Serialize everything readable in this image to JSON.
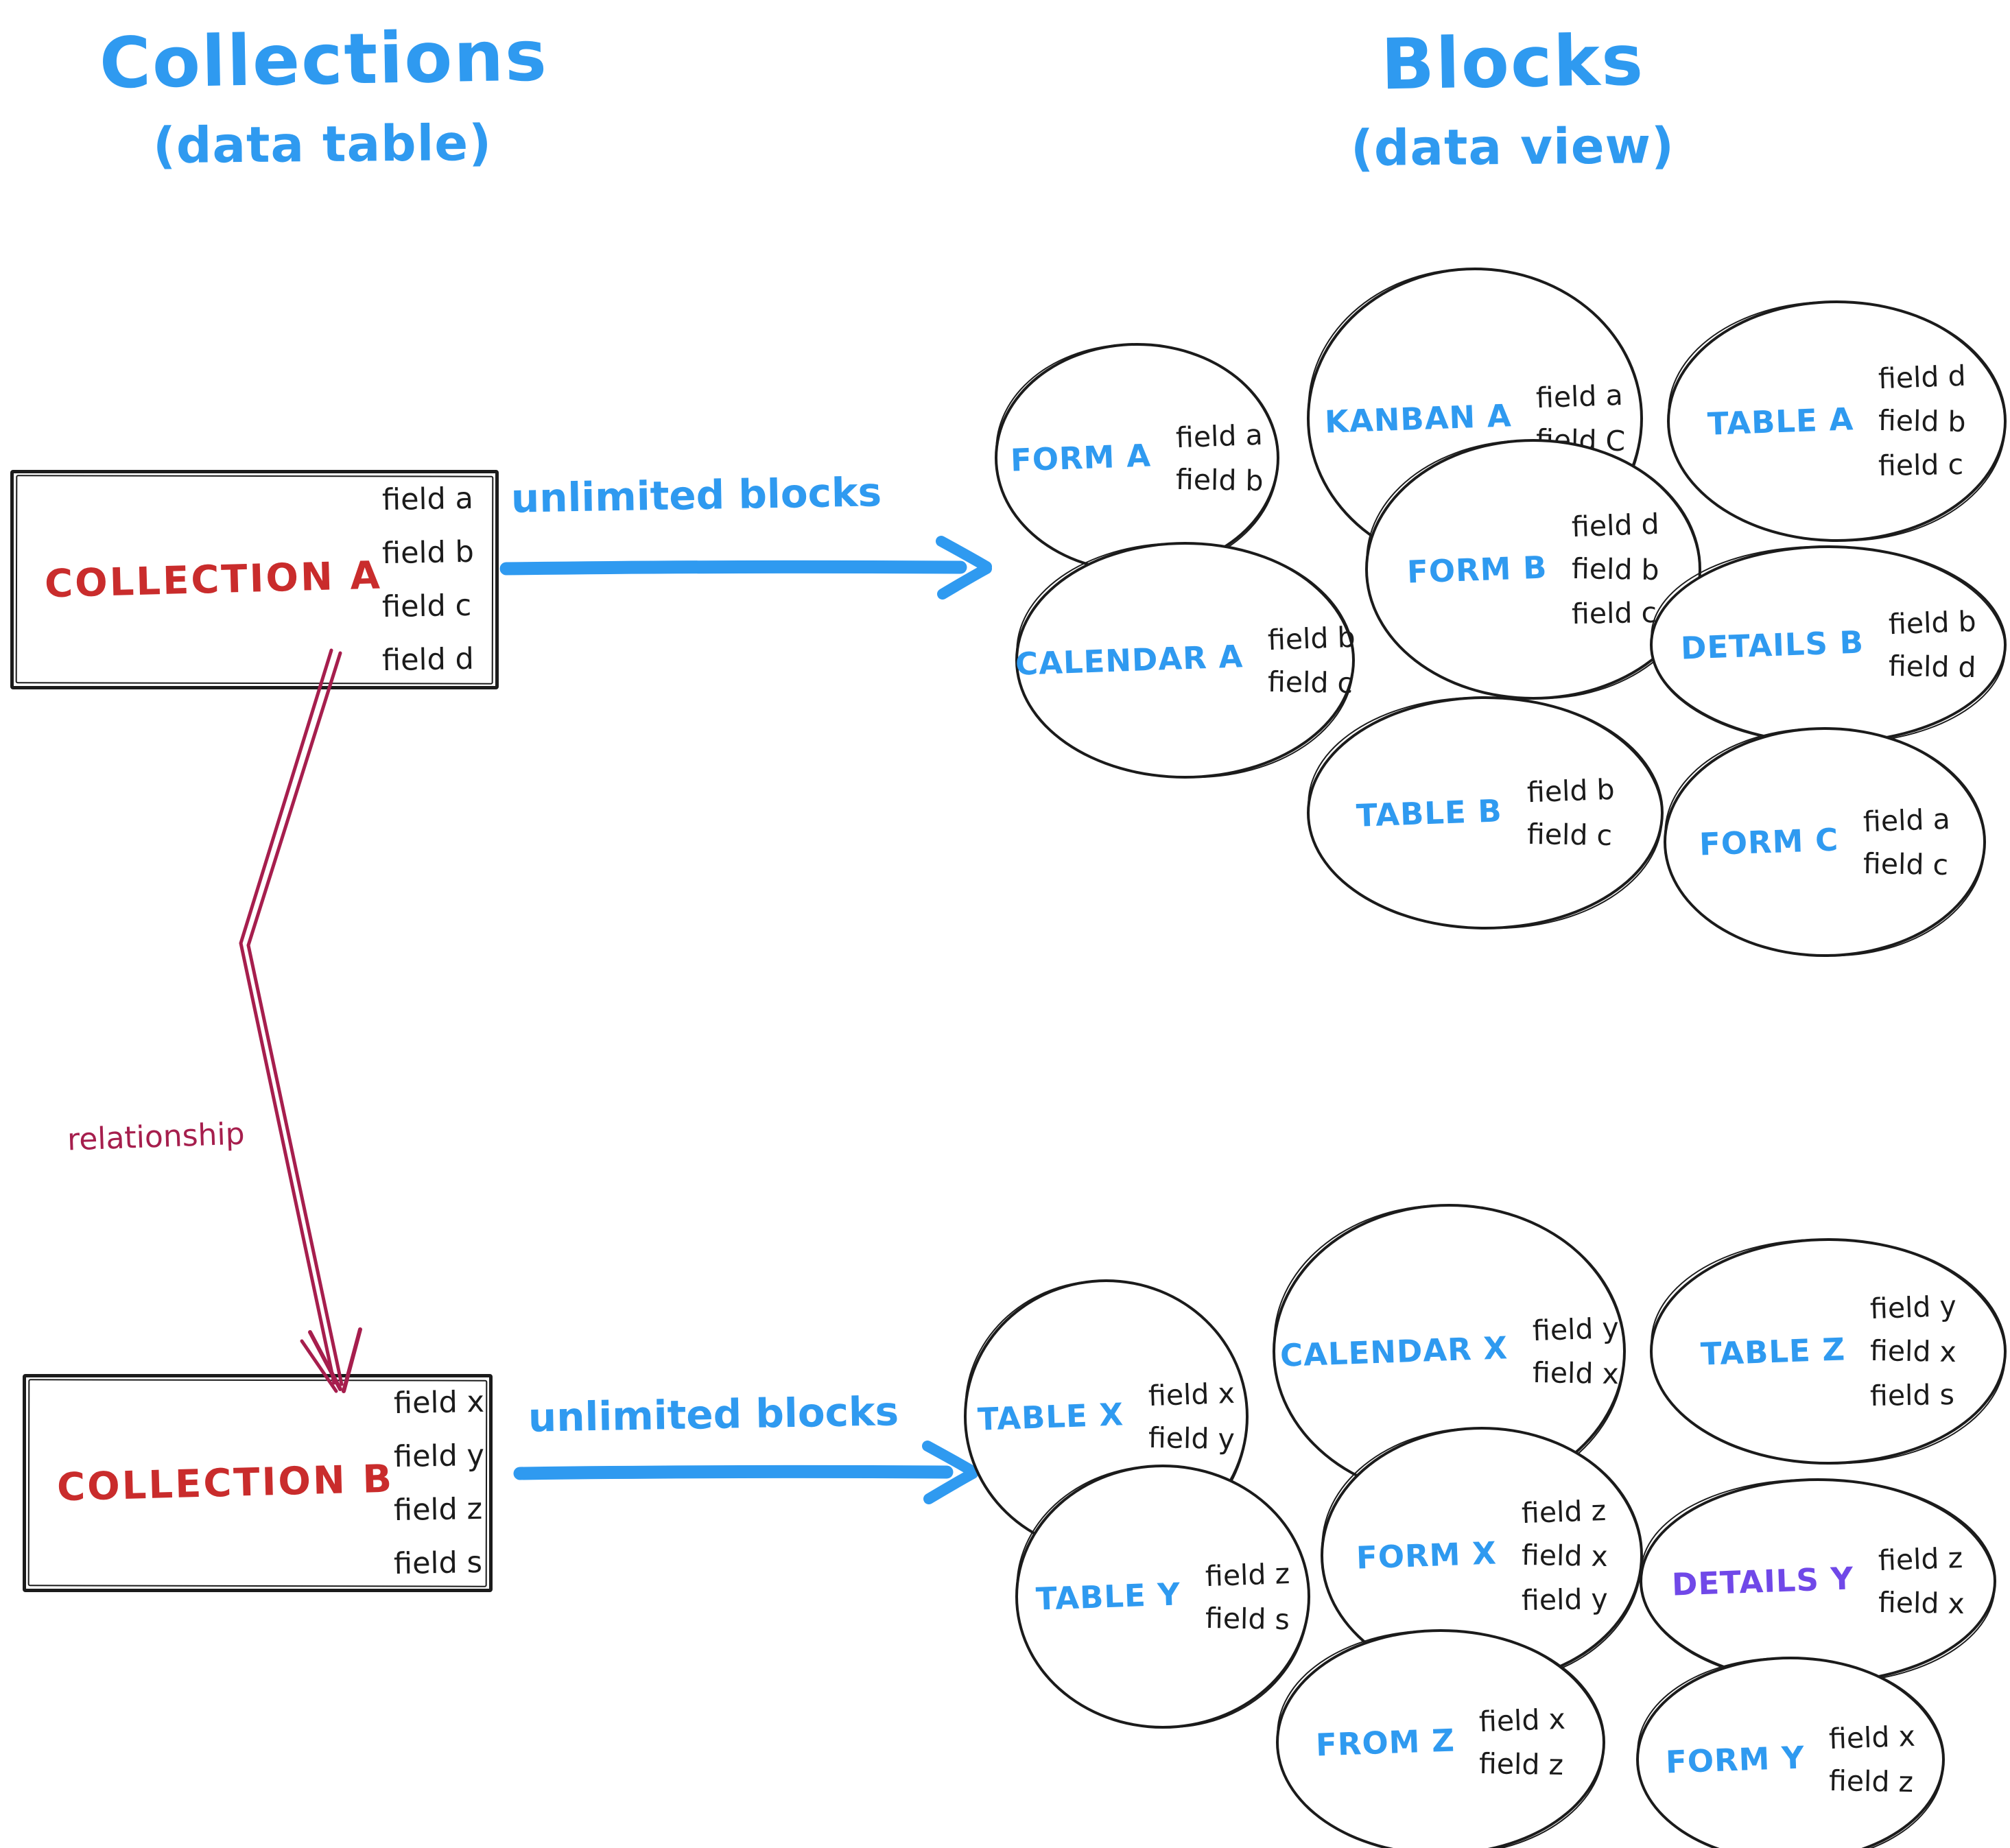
{
  "header": {
    "left_title": "Collections",
    "left_subtitle": "(data table)",
    "right_title": "Blocks",
    "right_subtitle": "(data view)"
  },
  "colors": {
    "accent_blue": "#2f9af0",
    "collection_red": "#c92c2c",
    "relationship_crimson": "#a61e4d",
    "details_y_purple": "#7048e8",
    "ink": "#1b1b1b"
  },
  "collection_a": {
    "label": "COLLECTION A",
    "fields": [
      "field a",
      "field b",
      "field c",
      "field d"
    ],
    "arrow_label": "unlimited blocks"
  },
  "collection_b": {
    "label": "COLLECTION B",
    "fields": [
      "field x",
      "field y",
      "field z",
      "field s"
    ],
    "arrow_label": "unlimited blocks"
  },
  "relationship": {
    "label": "relationship"
  },
  "blocks_a": [
    {
      "name": "FORM A",
      "fields": [
        "field a",
        "field b"
      ]
    },
    {
      "name": "KANBAN A",
      "fields": [
        "field a",
        "field C"
      ]
    },
    {
      "name": "TABLE A",
      "fields": [
        "field d",
        "field b",
        "field c"
      ]
    },
    {
      "name": "CALENDAR A",
      "fields": [
        "field b",
        "field c"
      ]
    },
    {
      "name": "FORM B",
      "fields": [
        "field d",
        "field b",
        "field c"
      ]
    },
    {
      "name": "DETAILS B",
      "fields": [
        "field b",
        "field d"
      ]
    },
    {
      "name": "TABLE B",
      "fields": [
        "field b",
        "field c"
      ]
    },
    {
      "name": "FORM C",
      "fields": [
        "field a",
        "field c"
      ]
    }
  ],
  "blocks_b": [
    {
      "name": "TABLE X",
      "fields": [
        "field x",
        "field y"
      ]
    },
    {
      "name": "CALENDAR X",
      "fields": [
        "field y",
        "field x"
      ]
    },
    {
      "name": "TABLE Z",
      "fields": [
        "field y",
        "field x",
        "field s"
      ]
    },
    {
      "name": "TABLE Y",
      "fields": [
        "field z",
        "field s"
      ]
    },
    {
      "name": "FORM X",
      "fields": [
        "field z",
        "field x",
        "field y"
      ]
    },
    {
      "name": "DETAILS Y",
      "fields": [
        "field z",
        "field x"
      ]
    },
    {
      "name": "FROM Z",
      "fields": [
        "field x",
        "field z"
      ]
    },
    {
      "name": "FORM Y",
      "fields": [
        "field x",
        "field z"
      ]
    }
  ]
}
